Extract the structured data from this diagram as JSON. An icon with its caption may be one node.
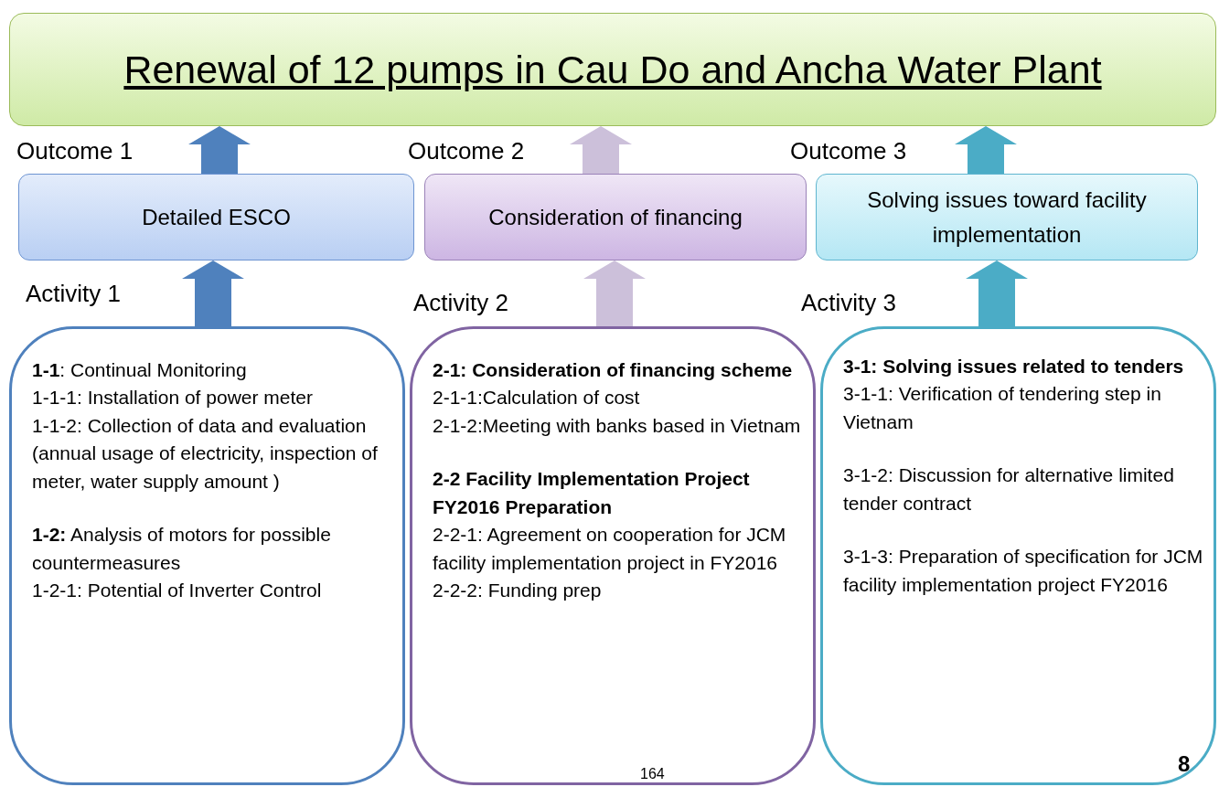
{
  "diagram": {
    "nodes": [
      {
        "text": [
          "Renewal of 12 pumps in Cau Do and Ancha Water Plant"
        ]
      },
      {
        "text": [
          "Detailed ESCO"
        ],
        "beside": [
          "Outcome 1"
        ]
      },
      {
        "text": [
          "Consideration of financing"
        ],
        "beside": [
          "Outcome 2"
        ]
      },
      {
        "text": [
          "Solving issues toward facility implementation"
        ],
        "beside": [
          "Outcome 3"
        ]
      },
      {
        "text": [
          "**1-1**: Continual Monitoring",
          "1-1-1: Installation of power meter",
          "1-1-2: Collection of data and evaluation (annual usage of electricity, inspection of meter, water supply amount )",
          "**1-2:** Analysis of motors for possible countermeasures",
          "1-2-1: Potential of Inverter Control"
        ],
        "beside": [
          "Activity 1"
        ]
      },
      {
        "text": [
          "2-1: Consideration of financing scheme",
          "2-1-1:Calculation of cost",
          "2-1-2:Meeting with banks based in Vietnam",
          "2-2 Facility Implementation Project FY2016 Preparation",
          "2-2-1: Agreement on cooperation for JCM facility implementation project in FY2016",
          "2-2-2: Funding prep"
        ],
        "beside": [
          "Activity 2"
        ]
      },
      {
        "text": [
          "3-1: Solving issues related to tenders",
          "3-1-1: Verification of tendering step in Vietnam",
          "3-1-2: Discussion for alternative limited tender contract",
          "3-1-3: Preparation of specification for JCM facility implementation project FY2016"
        ],
        "beside": [
          "Activity 3"
        ]
      }
    ],
    "edges": [
      {
        "from": 1,
        "to": 0,
        "arrow": "to",
        "style": "thick",
        "color": "#4f81bd"
      },
      {
        "from": 2,
        "to": 0,
        "arrow": "to",
        "style": "thick",
        "color": "#ccc0da"
      },
      {
        "from": 3,
        "to": 0,
        "arrow": "to",
        "style": "thick",
        "color": "#4bacc6"
      },
      {
        "from": 4,
        "to": 1,
        "arrow": "to",
        "style": "thick",
        "color": "#4f81bd"
      },
      {
        "from": 5,
        "to": 2,
        "arrow": "to",
        "style": "thick",
        "color": "#ccc0da"
      },
      {
        "from": 6,
        "to": 3,
        "arrow": "to",
        "style": "thick",
        "color": "#4bacc6"
      }
    ],
    "labels": [
      "164",
      "8"
    ]
  }
}
